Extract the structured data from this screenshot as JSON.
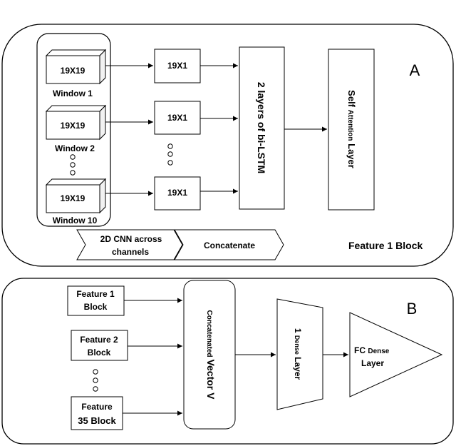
{
  "panel_a": {
    "label": "A",
    "block_title": "Feature 1 Block",
    "windows": [
      {
        "cube_label": "19X19",
        "name": "Window 1"
      },
      {
        "cube_label": "19X19",
        "name": "Window 2"
      },
      {
        "cube_label": "19X19",
        "name": "Window 10"
      }
    ],
    "vectors": [
      "19X1",
      "19X1",
      "19X1"
    ],
    "lstm": "2 layers of bi-LSTM",
    "attention_prefix": "Self ",
    "attention_mid": "Attention",
    "attention_suffix": " Layer",
    "stage_cnn_line1": "2D CNN across",
    "stage_cnn_line2": "channels",
    "stage_concat": "Concatenate"
  },
  "panel_b": {
    "label": "B",
    "features": [
      {
        "line1": "Feature 1",
        "line2": "Block"
      },
      {
        "line1": "Feature 2",
        "line2": "Block"
      },
      {
        "line1": "Feature",
        "line2": "35 Block"
      }
    ],
    "concat_prefix": "Concatenated ",
    "concat_suffix": "Vector V",
    "dense_prefix": "1 ",
    "dense_mid": "Dense",
    "dense_suffix": " Layer",
    "fc_prefix": "FC ",
    "fc_mid": "Dense",
    "fc_line2": "Layer"
  }
}
